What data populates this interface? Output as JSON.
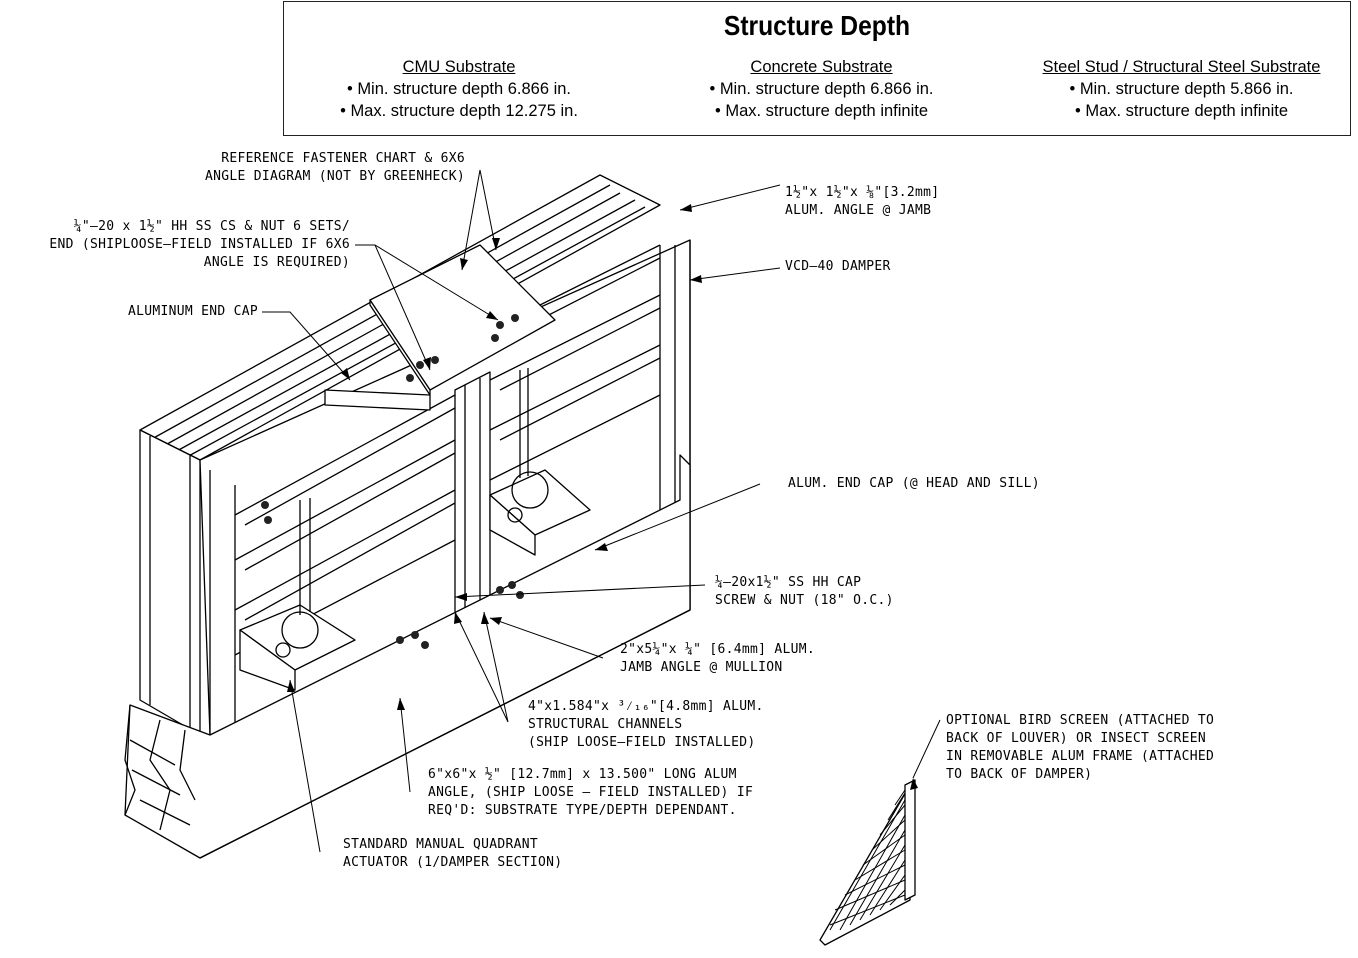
{
  "box": {
    "title": "Structure Depth",
    "columns": [
      {
        "heading": "CMU Substrate",
        "min": "• Min. structure depth 6.866 in.",
        "max": "• Max. structure depth 12.275 in."
      },
      {
        "heading": "Concrete Substrate",
        "min": "• Min. structure depth 6.866 in.",
        "max": "• Max. structure depth infinite"
      },
      {
        "heading": "Steel Stud / Structural Steel Substrate",
        "min": "• Min. structure depth 5.866 in.",
        "max": "• Max. structure depth infinite"
      }
    ]
  },
  "labels": {
    "fastener_chart": [
      "REFERENCE FASTENER CHART & 6X6",
      "ANGLE DIAGRAM (NOT BY GREENHECK)"
    ],
    "hh_ss_cs": [
      "¼\"–20 x 1½\" HH SS CS & NUT 6 SETS/",
      "END (SHIPLOOSE–FIELD INSTALLED IF 6X6",
      "ANGLE IS REQUIRED)"
    ],
    "end_cap": [
      "ALUMINUM END CAP"
    ],
    "alum_angle_jamb": [
      "1½\"x 1½\"x ⅛\"[3.2mm]",
      "ALUM. ANGLE @ JAMB"
    ],
    "damper": [
      "VCD–40 DAMPER"
    ],
    "end_cap_head_sill": [
      "ALUM. END CAP (@ HEAD AND SILL)"
    ],
    "cap_screw": [
      "¼–20x1½\" SS HH CAP",
      "SCREW & NUT (18\" O.C.)"
    ],
    "jamb_angle_mullion": [
      "2\"x5¼\"x ¼\" [6.4mm] ALUM.",
      "JAMB ANGLE @ MULLION"
    ],
    "structural_channels": [
      "4\"x1.584\"x ³⁄₁₆\"[4.8mm] ALUM.",
      "STRUCTURAL CHANNELS",
      "(SHIP LOOSE–FIELD INSTALLED)"
    ],
    "long_angle": [
      "6\"x6\"x ½\" [12.7mm] x 13.500\" LONG ALUM",
      "ANGLE, (SHIP LOOSE – FIELD INSTALLED) IF",
      "REQ'D: SUBSTRATE TYPE/DEPTH DEPENDANT."
    ],
    "actuator": [
      "STANDARD MANUAL QUADRANT",
      "ACTUATOR (1/DAMPER SECTION)"
    ],
    "bird_screen": [
      "OPTIONAL BIRD SCREEN (ATTACHED TO",
      "BACK OF LOUVER) OR INSECT SCREEN",
      "IN REMOVABLE ALUM FRAME (ATTACHED",
      "TO BACK OF DAMPER)"
    ]
  }
}
